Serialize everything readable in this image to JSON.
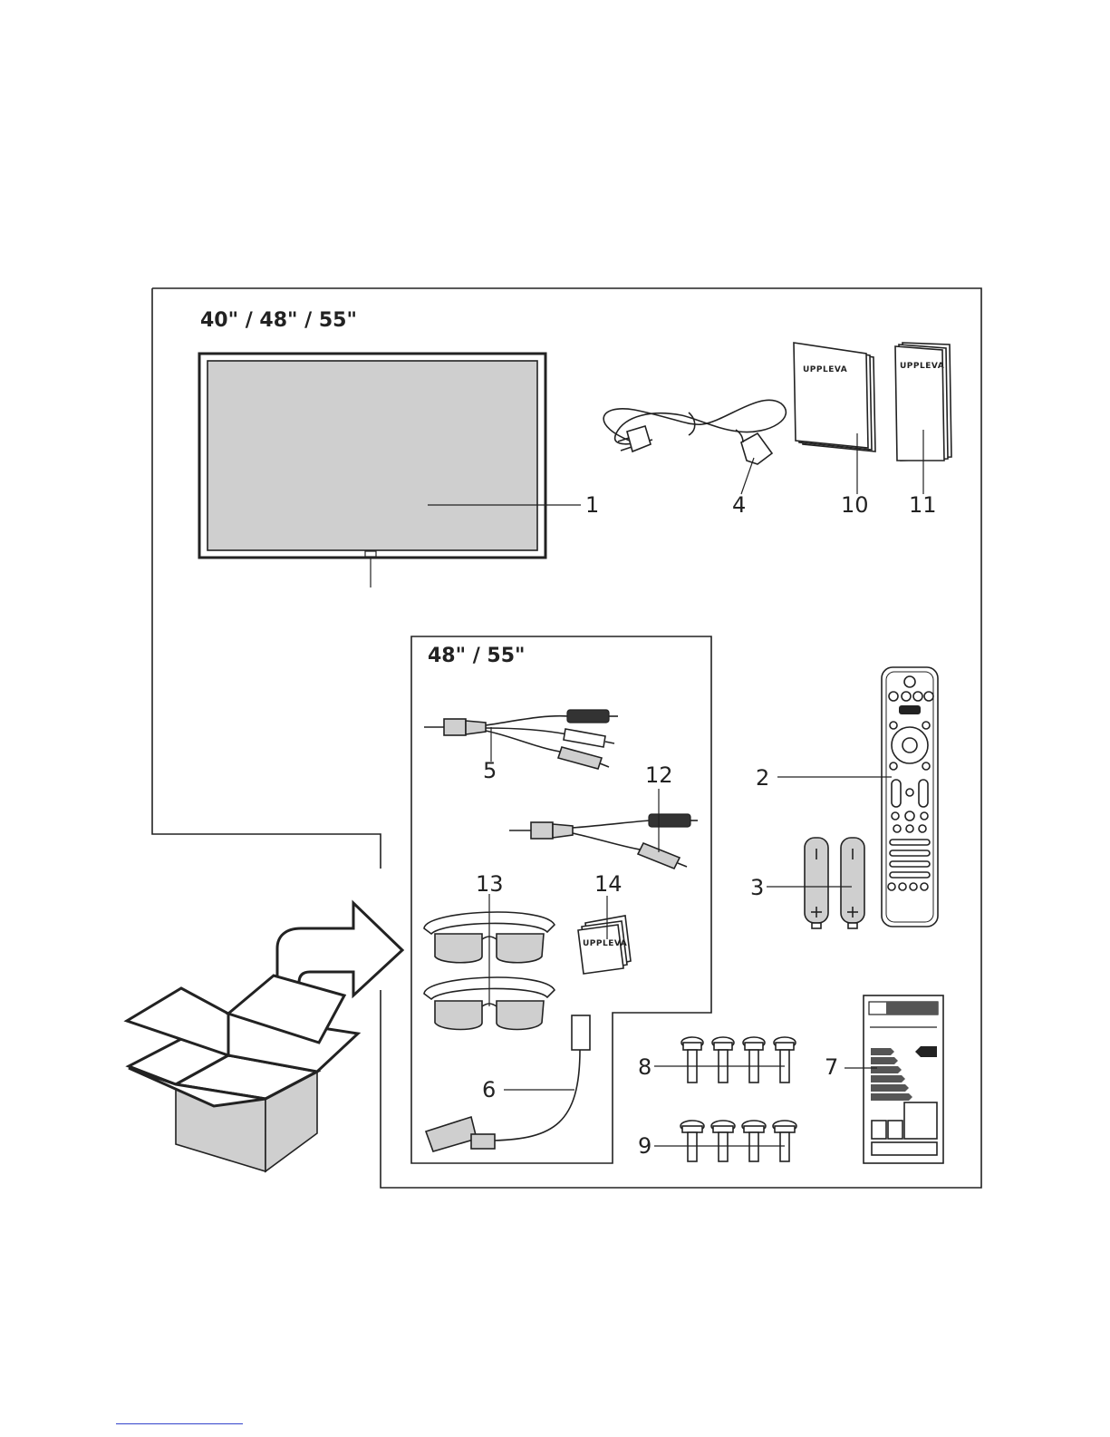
{
  "headings": {
    "all_sizes": "40\" / 48\" / 55\"",
    "large_sizes": "48\" / 55\""
  },
  "manual_brand": "UPPLEVA",
  "callouts": {
    "tv": "1",
    "remote": "2",
    "batteries": "3",
    "power_cord": "4",
    "av_adapter_cable": "5",
    "scart_adapter": "6",
    "energy_label": "7",
    "screws_long": "8",
    "screws_short": "9",
    "manual_large": "10",
    "manual_small": "11",
    "component_adapter_cable": "12",
    "glasses_3d": "13",
    "glasses_leaflet": "14"
  },
  "colors": {
    "line": "#222222",
    "fill_grey": "#cfcfcf",
    "dark": "#333333"
  }
}
